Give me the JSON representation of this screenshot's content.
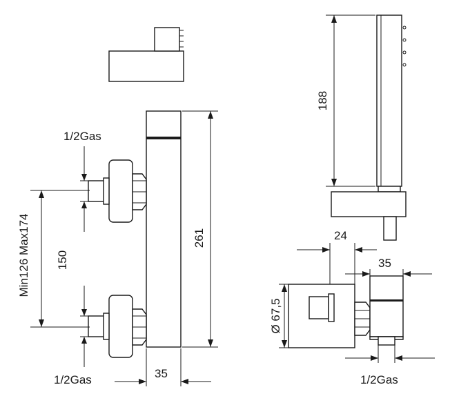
{
  "labels": {
    "thread_top": "1/2Gas",
    "thread_bottom_left": "1/2Gas",
    "thread_bottom_right": "1/2Gas",
    "range": "Min126  Max174",
    "center_distance": "150",
    "height_total": "261",
    "depth_left": "35",
    "handshower_length": "188",
    "offset_24": "24",
    "depth_right": "35",
    "diameter": "Ø 67,5"
  }
}
